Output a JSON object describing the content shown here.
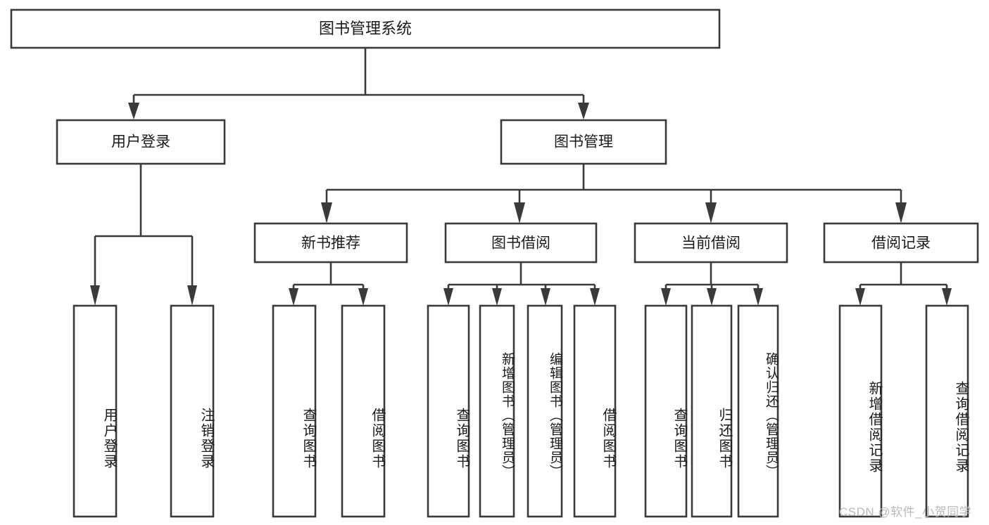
{
  "diagram": {
    "type": "tree-hierarchy",
    "title": "图书管理系统",
    "root": {
      "id": "root",
      "label": "图书管理系统",
      "orientation": "horizontal"
    },
    "level1": [
      {
        "id": "user-login",
        "label": "用户登录",
        "orientation": "horizontal"
      },
      {
        "id": "book-management",
        "label": "图书管理",
        "orientation": "horizontal"
      }
    ],
    "level2": [
      {
        "id": "new-book-recommend",
        "label": "新书推荐",
        "parent": "book-management",
        "orientation": "horizontal"
      },
      {
        "id": "book-borrow",
        "label": "图书借阅",
        "parent": "book-management",
        "orientation": "horizontal"
      },
      {
        "id": "current-borrow",
        "label": "当前借阅",
        "parent": "book-management",
        "orientation": "horizontal"
      },
      {
        "id": "borrow-record",
        "label": "借阅记录",
        "parent": "book-management",
        "orientation": "horizontal"
      }
    ],
    "leaves": [
      {
        "id": "leaf-user-login",
        "label": "用户登录",
        "parent": "user-login",
        "orientation": "vertical"
      },
      {
        "id": "leaf-logout-login",
        "label": "注销登录",
        "parent": "user-login",
        "orientation": "vertical"
      },
      {
        "id": "leaf-query-book-1",
        "label": "查询图书",
        "parent": "new-book-recommend",
        "orientation": "vertical"
      },
      {
        "id": "leaf-borrow-book-1",
        "label": "借阅图书",
        "parent": "new-book-recommend",
        "orientation": "vertical"
      },
      {
        "id": "leaf-query-book-2",
        "label": "查询图书",
        "parent": "book-borrow",
        "orientation": "vertical"
      },
      {
        "id": "leaf-add-book",
        "label": "新增图书（管理员）",
        "parent": "book-borrow",
        "orientation": "vertical"
      },
      {
        "id": "leaf-edit-book",
        "label": "编辑图书（管理员）",
        "parent": "book-borrow",
        "orientation": "vertical"
      },
      {
        "id": "leaf-borrow-book-2",
        "label": "借阅图书",
        "parent": "book-borrow",
        "orientation": "vertical"
      },
      {
        "id": "leaf-query-book-3",
        "label": "查询图书",
        "parent": "current-borrow",
        "orientation": "vertical"
      },
      {
        "id": "leaf-return-book",
        "label": "归还图书",
        "parent": "current-borrow",
        "orientation": "vertical"
      },
      {
        "id": "leaf-confirm-return",
        "label": "确认归还（管理员）",
        "parent": "current-borrow",
        "orientation": "vertical"
      },
      {
        "id": "leaf-add-record",
        "label": "新增借阅记录",
        "parent": "borrow-record",
        "orientation": "vertical"
      },
      {
        "id": "leaf-query-record",
        "label": "查询借阅记录",
        "parent": "borrow-record",
        "orientation": "vertical"
      }
    ],
    "watermark": "CSDN @软件_小贺同学",
    "colors": {
      "stroke": "#3a3a3a",
      "fill": "#ffffff",
      "text": "#1a1a1a",
      "background": "#ffffff",
      "watermark": "#b9b9b9"
    }
  }
}
